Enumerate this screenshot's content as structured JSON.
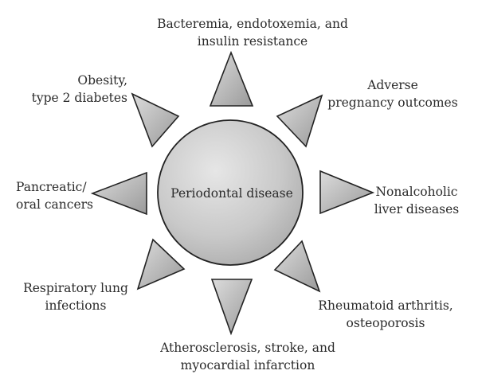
{
  "center": {
    "label": "Periodontal disease"
  },
  "outcomes": [
    {
      "id": "top",
      "line1": "Bacteremia, endotoxemia, and",
      "line2": "insulin resistance"
    },
    {
      "id": "top-right",
      "line1": "Adverse",
      "line2": "pregnancy outcomes"
    },
    {
      "id": "right",
      "line1": "Nonalcoholic",
      "line2": "liver diseases"
    },
    {
      "id": "bottom-right",
      "line1": "Rheumatoid arthritis,",
      "line2": "osteoporosis"
    },
    {
      "id": "bottom",
      "line1": "Atherosclerosis, stroke, and",
      "line2": "myocardial infarction"
    },
    {
      "id": "bottom-left",
      "line1": "Respiratory lung",
      "line2": "infections"
    },
    {
      "id": "left",
      "line1": "Pancreatic/",
      "line2": "oral cancers"
    },
    {
      "id": "top-left",
      "line1": "Obesity,",
      "line2": "type 2 diabetes"
    }
  ],
  "colors": {
    "stroke": "#222222",
    "fill_light": "#e4e4e4",
    "fill_mid": "#bdbdbd",
    "fill_dark": "#8f8f8f",
    "text": "#2b2b2b"
  }
}
